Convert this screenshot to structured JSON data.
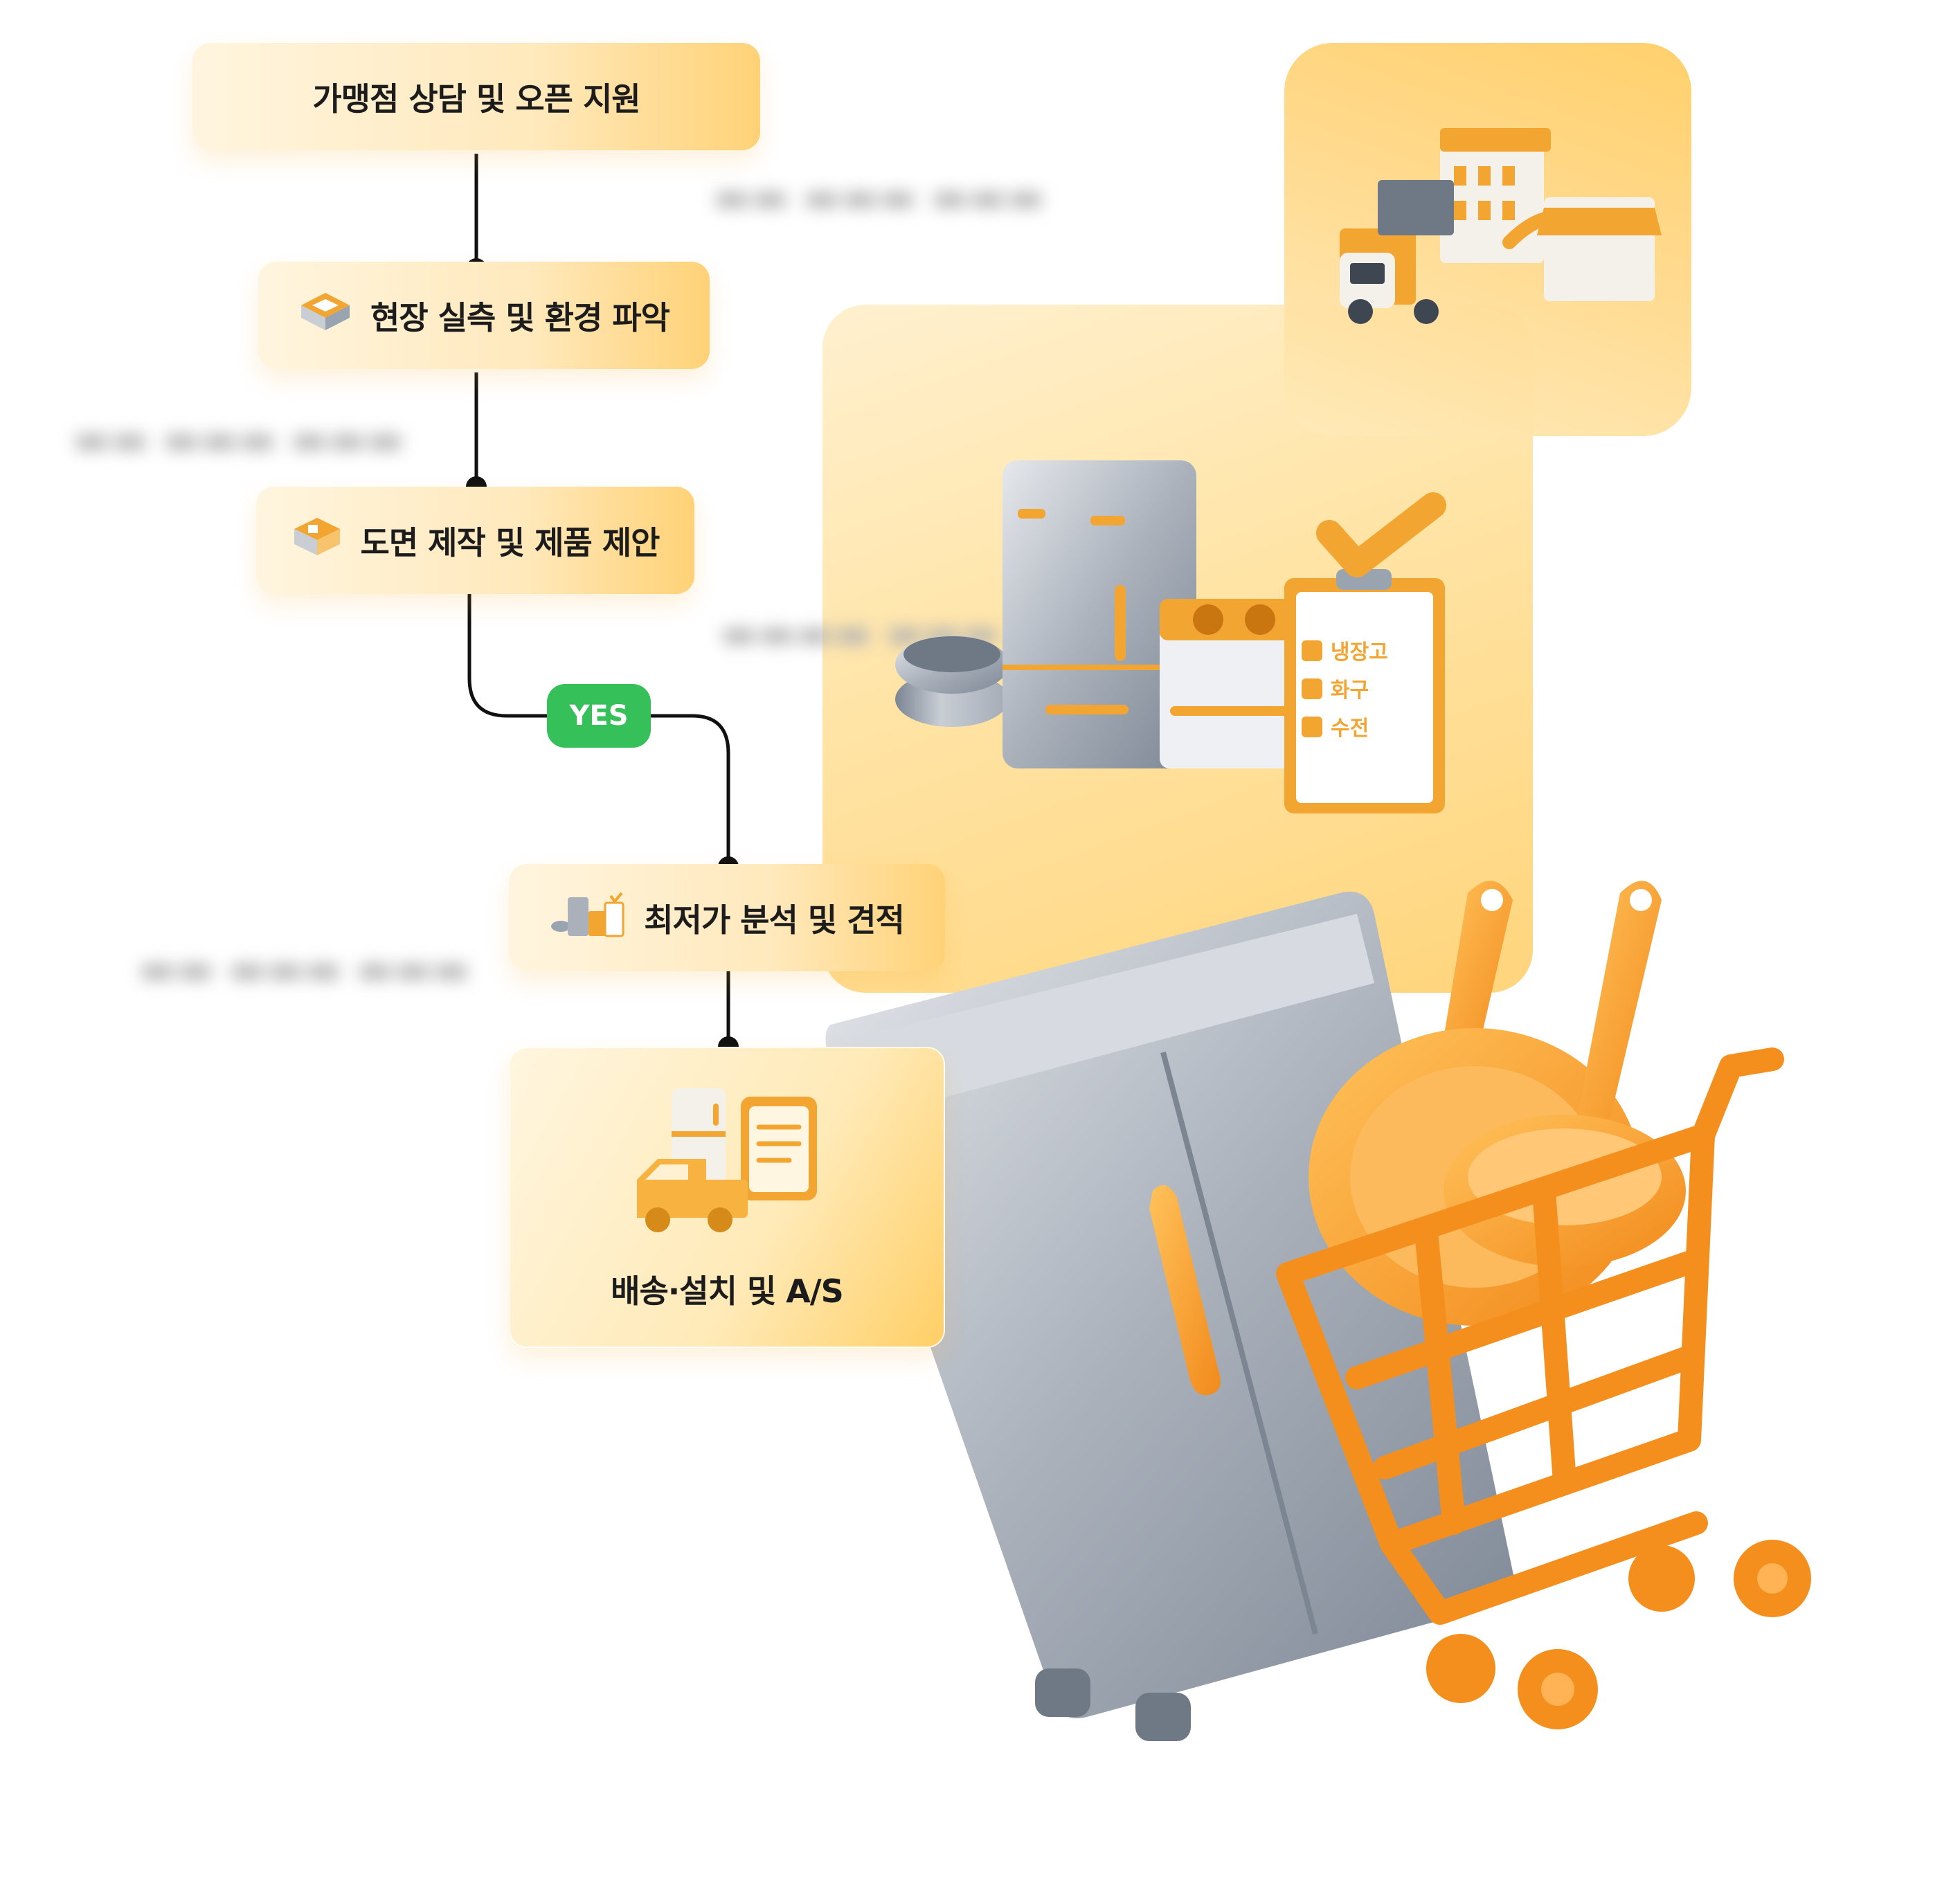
{
  "steps": [
    {
      "id": "consult",
      "label": "가맹점 상담 및 오픈 지원",
      "icon": "none"
    },
    {
      "id": "survey",
      "label": "현장 실측 및 환경 파악",
      "icon": "floorplan-icon"
    },
    {
      "id": "drawing",
      "label": "도면 제작 및 제품 제안",
      "icon": "blueprint-icon"
    },
    {
      "id": "quote",
      "label": "최저가 분석 및 견적",
      "icon": "kitchen-equipment-icon"
    },
    {
      "id": "delivery",
      "label": "배송·설치 및 A/S",
      "icon": "delivery-truck-icon"
    }
  ],
  "decision_label": "YES",
  "checklist": {
    "items": [
      "냉장고",
      "화구",
      "수전"
    ]
  },
  "colors": {
    "accent": "#ffb832",
    "panel": "#ffe3a3",
    "yes": "#35c05a",
    "connector": "#111111",
    "steel": "#9aa3b0",
    "orange": "#f89a2a"
  }
}
